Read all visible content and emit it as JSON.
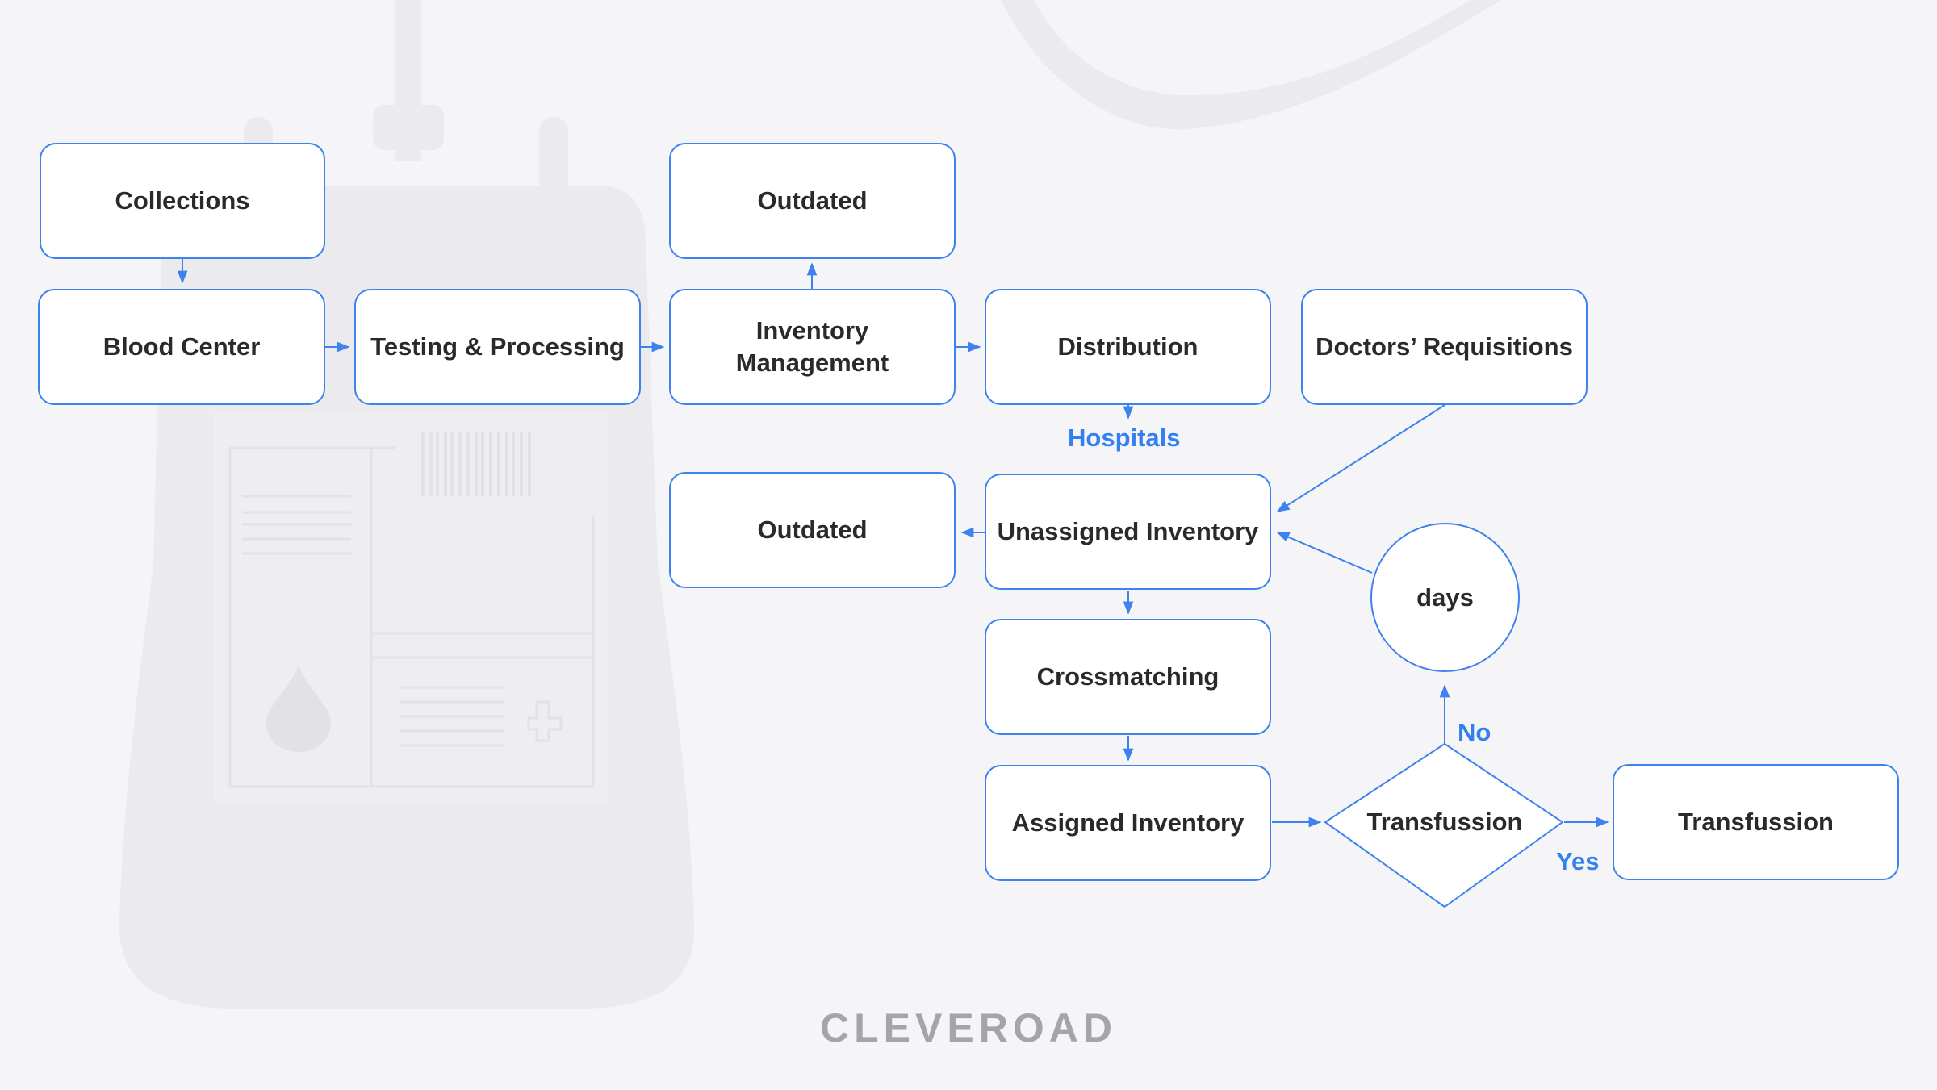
{
  "nodes": {
    "collections": "Collections",
    "blood_center": "Blood Center",
    "testing_processing": "Testing & Processing",
    "inventory_management": "Inventory Management",
    "outdated_top": "Outdated",
    "distribution": "Distribution",
    "doctors_requisitions": "Doctors’ Requisitions",
    "unassigned_inventory": "Unassigned Inventory",
    "outdated_mid": "Outdated",
    "crossmatching": "Crossmatching",
    "assigned_inventory": "Assigned Inventory",
    "days": "days",
    "transfusion_decision": "Transfussion",
    "transfusion_final": "Transfussion"
  },
  "edge_labels": {
    "hospitals": "Hospitals",
    "no": "No",
    "yes": "Yes"
  },
  "brand": {
    "name": "CLEVEROAD"
  },
  "colors": {
    "background": "#f5f5f7",
    "node_border": "#3d82ee",
    "arrow": "#3d82ee",
    "label_accent": "#3380ee",
    "text": "#2a2a2a",
    "brand": "#a5a5a7",
    "watermark": "#ebebed"
  },
  "background_art": {
    "icon": "blood-bag-icon",
    "secondary_icon": "tube-curve-icon"
  }
}
